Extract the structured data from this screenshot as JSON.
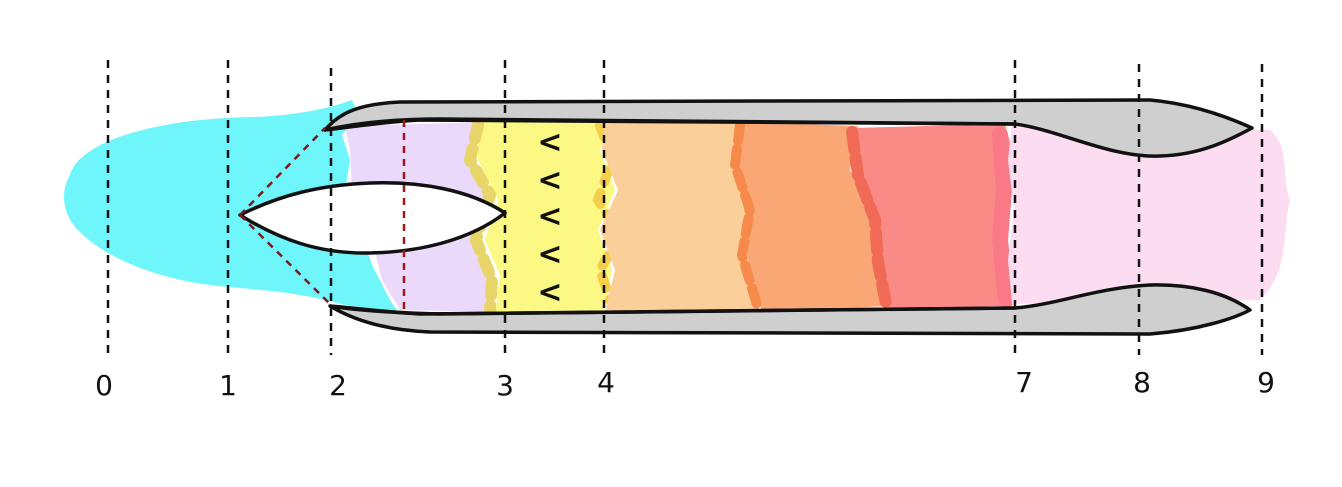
{
  "diagram": {
    "stations": [
      {
        "label": "0"
      },
      {
        "label": "1"
      },
      {
        "label": "2"
      },
      {
        "label": "3"
      },
      {
        "label": "4"
      },
      {
        "label": "7"
      },
      {
        "label": "8"
      },
      {
        "label": "9"
      }
    ],
    "compressor_marks": [
      "<",
      "<",
      "<",
      "<",
      "<"
    ],
    "colors": {
      "inlet_air": "#6ef6fb",
      "diffuser": "#ead9fb",
      "compressor": "#fbf883",
      "combustor": "#fbcf9a",
      "combustor_hot": "#f9a875",
      "turbine": "#f98a86",
      "nozzle": "#fcdcf0",
      "casing": "#cfcfcf"
    }
  }
}
